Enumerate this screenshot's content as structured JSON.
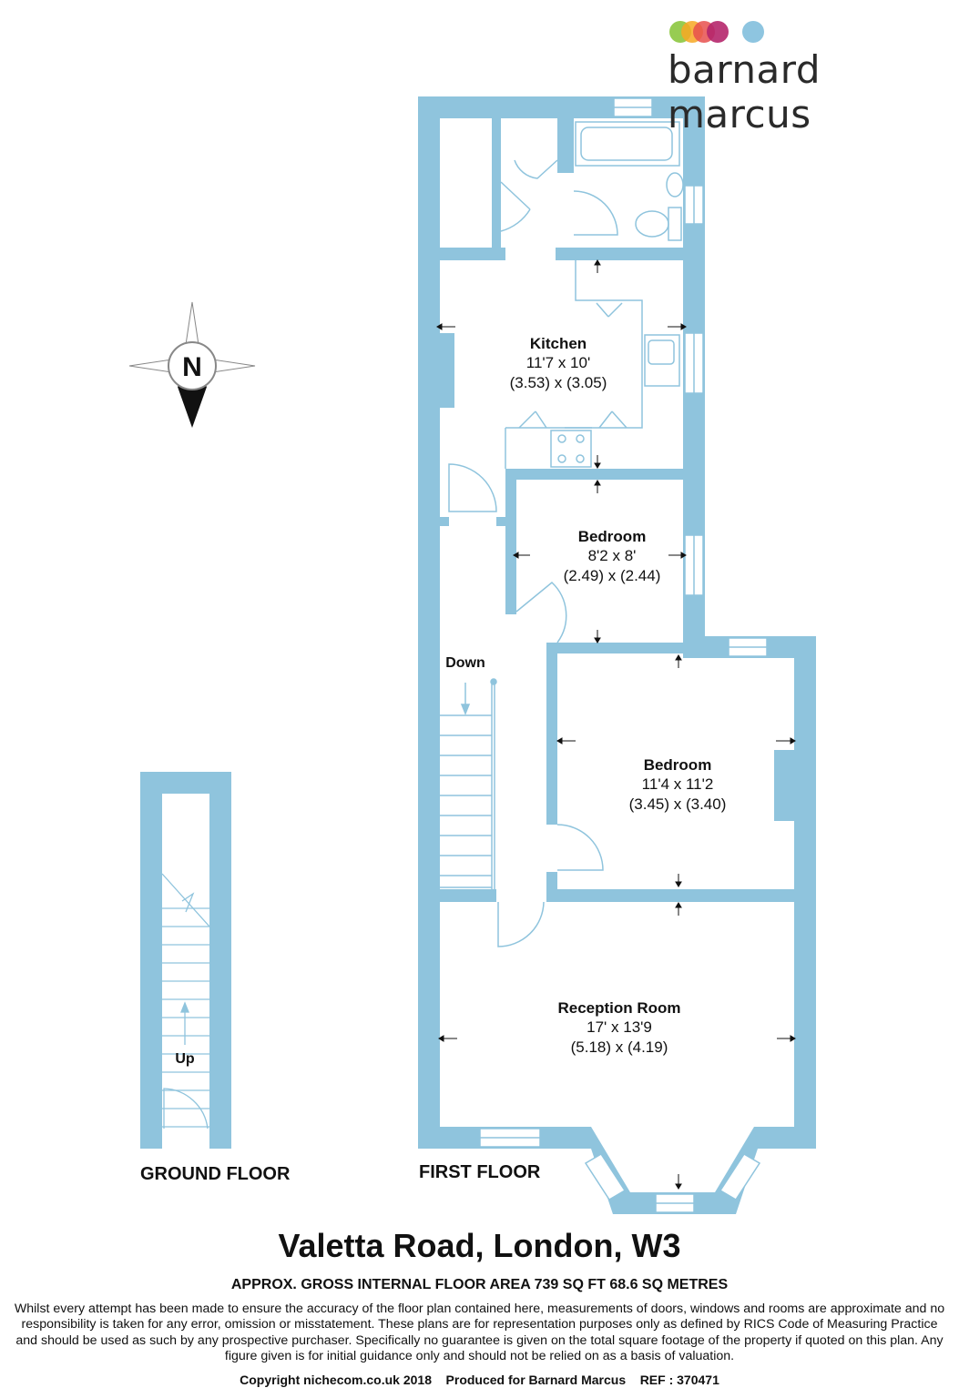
{
  "brand": {
    "name": "barnard marcus",
    "dot_colors": [
      "#8cc63f",
      "#f7a823",
      "#e8504e",
      "#b5266b",
      "#8ec5e0"
    ]
  },
  "compass": {
    "letter": "N"
  },
  "rooms": {
    "kitchen": {
      "name": "Kitchen",
      "imperial": "11'7 x 10'",
      "metric": "(3.53) x (3.05)"
    },
    "bedroom1": {
      "name": "Bedroom",
      "imperial": "8'2 x 8'",
      "metric": "(2.49) x (2.44)"
    },
    "bedroom2": {
      "name": "Bedroom",
      "imperial": "11'4 x 11'2",
      "metric": "(3.45) x (3.40)"
    },
    "reception": {
      "name": "Reception Room",
      "imperial": "17' x 13'9",
      "metric": "(5.18) x (4.19)"
    }
  },
  "stairs": {
    "down_label": "Down",
    "up_label": "Up"
  },
  "floors": {
    "ground": "GROUND FLOOR",
    "first": "FIRST FLOOR"
  },
  "title": "Valetta Road, London, W3",
  "area": "APPROX. GROSS INTERNAL FLOOR AREA 739 SQ FT 68.6 SQ METRES",
  "disclaimer": "Whilst every attempt has been made to ensure the accuracy of the floor plan contained here, measurements of doors, windows and rooms are approximate and no responsibility is taken for any error, omission or misstatement. These plans are for representation purposes only as defined by RICS Code of Measuring Practice and should be used as such by any prospective purchaser.  Specifically no guarantee is given on the total square footage of the property if quoted on this plan. Any figure given is for initial guidance only and should not be relied on as a basis of valuation.",
  "footer": "Copyright nichecom.co.uk 2018    Produced for Barnard Marcus    REF : 370471",
  "colors": {
    "wall": "#8fc4dd",
    "line": "#8fc4dd",
    "text": "#111111"
  }
}
